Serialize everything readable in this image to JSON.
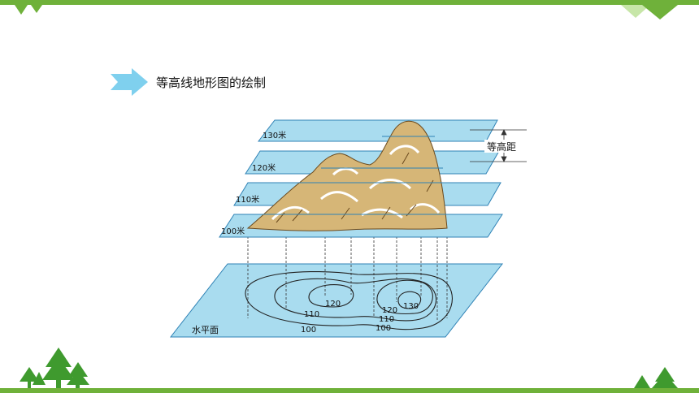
{
  "header": {
    "title": "等高线地形图的绘制"
  },
  "diagram": {
    "layer_labels": [
      "130米",
      "120米",
      "110米",
      "100米"
    ],
    "contour_interval_label": "等高距",
    "base_plane_label": "水平面",
    "contour_labels": {
      "c120_left": "120",
      "c110_left": "110",
      "c100_left": "100",
      "c130_right": "130",
      "c120_right": "120",
      "c110_right": "110",
      "c100_right": "100"
    }
  },
  "colors": {
    "brand_green": "#6fb13a",
    "plane_fill": "#a9dcef",
    "plane_stroke": "#2f82b5",
    "mountain": "#d6b677",
    "arrow": "#7fd0ee"
  }
}
